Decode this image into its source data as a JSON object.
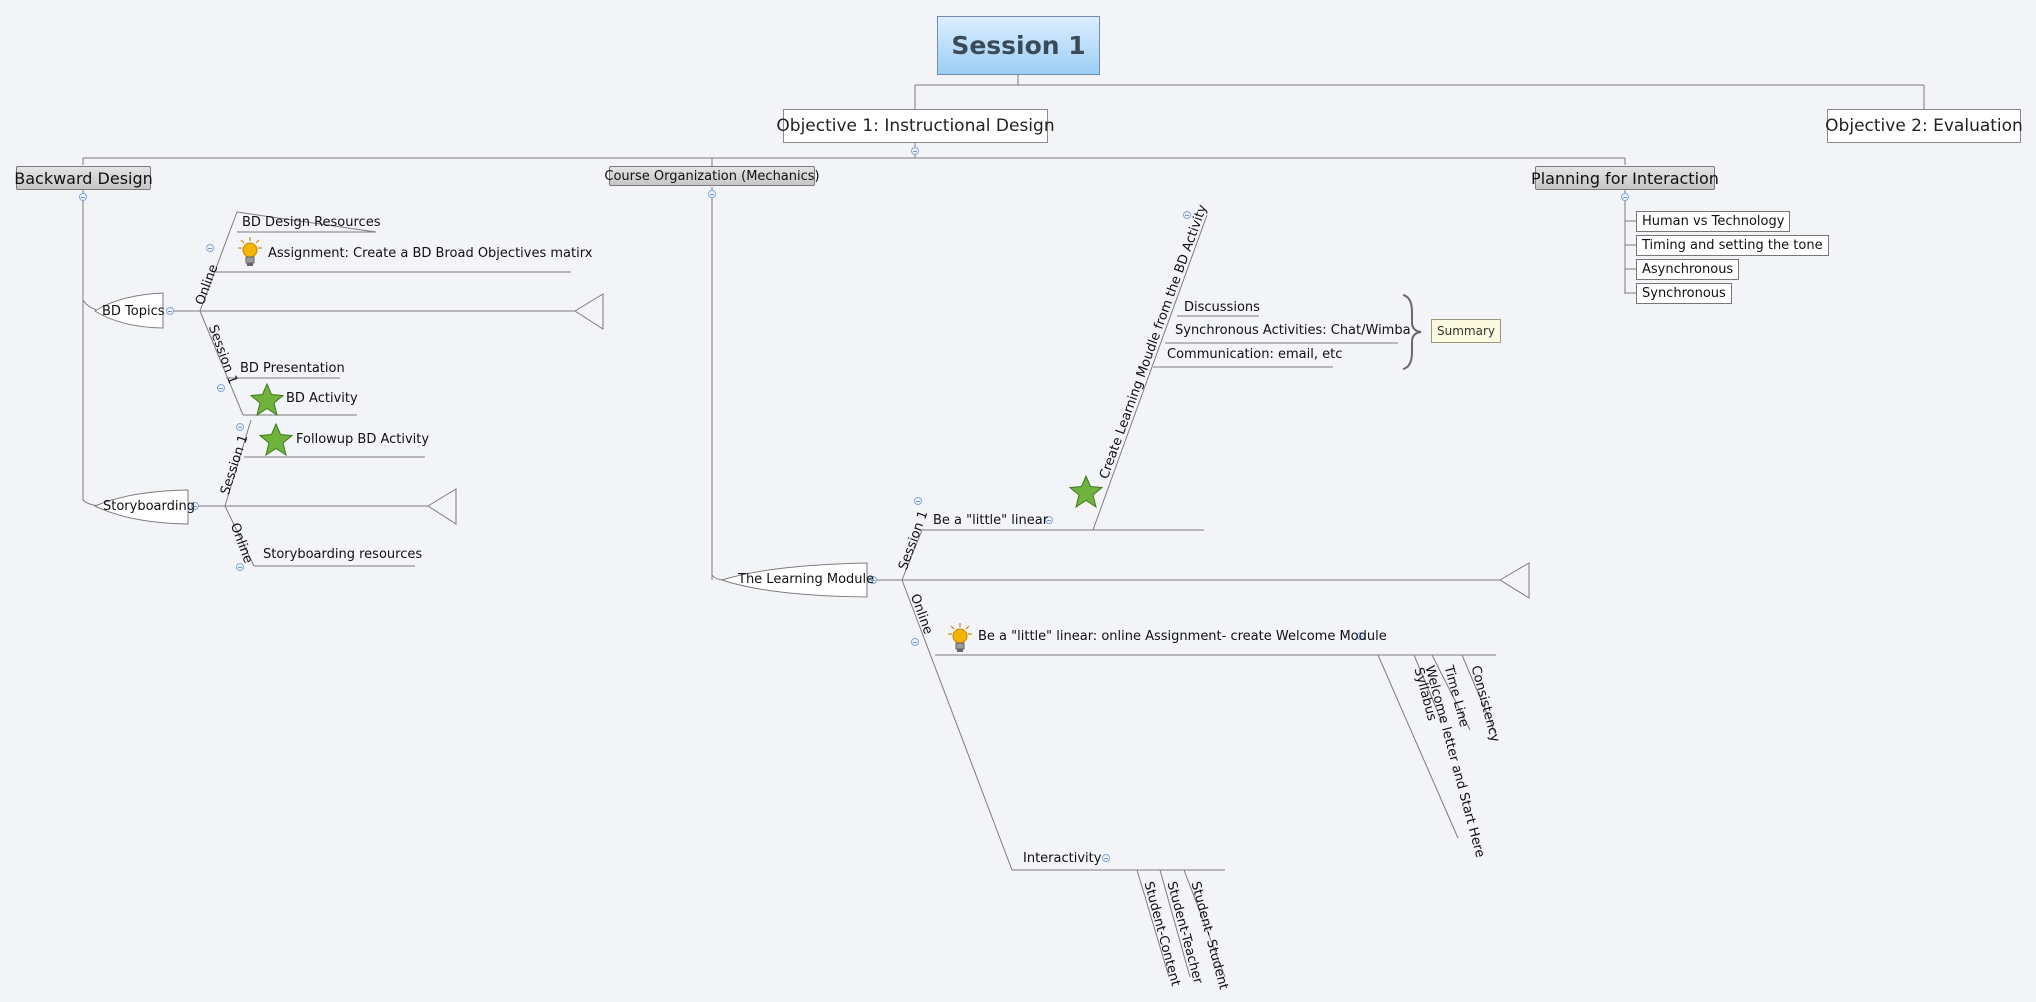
{
  "root": "Session 1",
  "objectives": {
    "obj1": "Objective 1: Instructional Design",
    "obj2": "Objective 2: Evaluation"
  },
  "topics": {
    "backward_design": "Backward Design",
    "course_org": "Course Organization (Mechanics)",
    "planning": "Planning for Interaction"
  },
  "backward": {
    "bd_topics": "BD Topics",
    "storyboarding": "Storyboarding",
    "online": "Online",
    "session1": "Session 1",
    "bd_design_resources": "BD Design Resources",
    "assignment": "Assignment: Create a BD Broad Objectives matirx",
    "bd_presentation": "BD Presentation",
    "bd_activity": "BD Activity",
    "sb_session1": "Session 1",
    "followup": "Followup BD Activity",
    "sb_online": "Online",
    "sb_resources": "Storyboarding resources"
  },
  "course": {
    "learning_module": "The Learning Module",
    "session1": "Session 1",
    "online": "Online",
    "little_linear": "Be a \"little\" linear",
    "create_module": "Create Learning Moudle from the BD Activity",
    "discussions": "Discussions",
    "synchronous": "Synchronous Activities: Chat/Wimba",
    "communication": "Communication: email, etc",
    "summary": "Summary",
    "welcome_assignment": "Be a \"little\" linear: online Assignment- create Welcome Module",
    "welcome_items": [
      "Welcome letter and Start Here",
      "Syllabus",
      "Time Line",
      "Consistency"
    ],
    "interactivity": "Interactivity",
    "interactivity_items": [
      "Student-Content",
      "Student-Teacher",
      "Student- Student"
    ]
  },
  "planning_items": [
    "Human vs Technology",
    "Timing  and setting the tone",
    "Asynchronous",
    "Synchronous"
  ],
  "icons": {
    "lightbulb": "lightbulb-icon",
    "star": "star-icon",
    "collapse": "collapse-icon",
    "brace": "brace-icon"
  },
  "colors": {
    "line": "#7d7d7d",
    "root_top": "#dcefff",
    "root_bottom": "#9ccdf5",
    "star": "#6fb23c",
    "bulb": "#f4b400"
  }
}
